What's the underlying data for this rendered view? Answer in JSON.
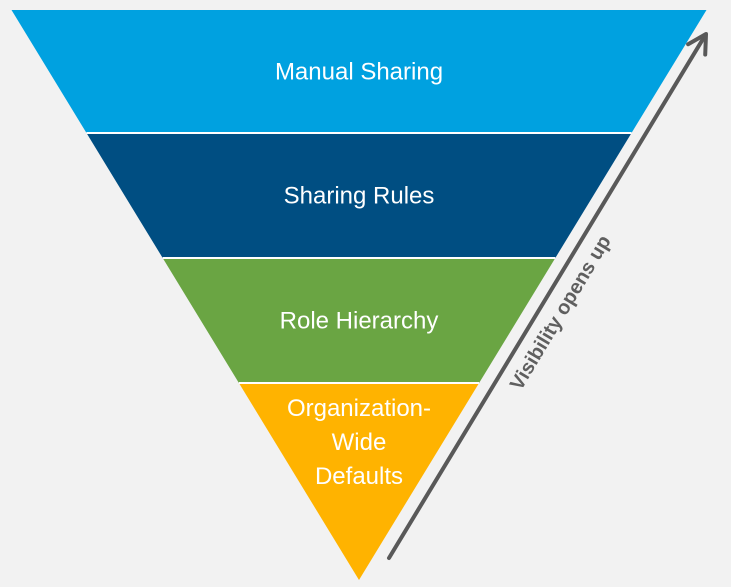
{
  "layers": [
    {
      "label_lines": [
        "Manual Sharing"
      ],
      "color": "#00a1e0"
    },
    {
      "label_lines": [
        "Sharing Rules"
      ],
      "color": "#004e82"
    },
    {
      "label_lines": [
        "Role Hierarchy"
      ],
      "color": "#6aa543"
    },
    {
      "label_lines": [
        "Organization-",
        "Wide",
        "Defaults"
      ],
      "color": "#ffb300"
    }
  ],
  "arrow": {
    "label": "Visibility opens up",
    "color": "#595959"
  },
  "background_color": "#f2f2f2",
  "separator_color": "#ffffff"
}
